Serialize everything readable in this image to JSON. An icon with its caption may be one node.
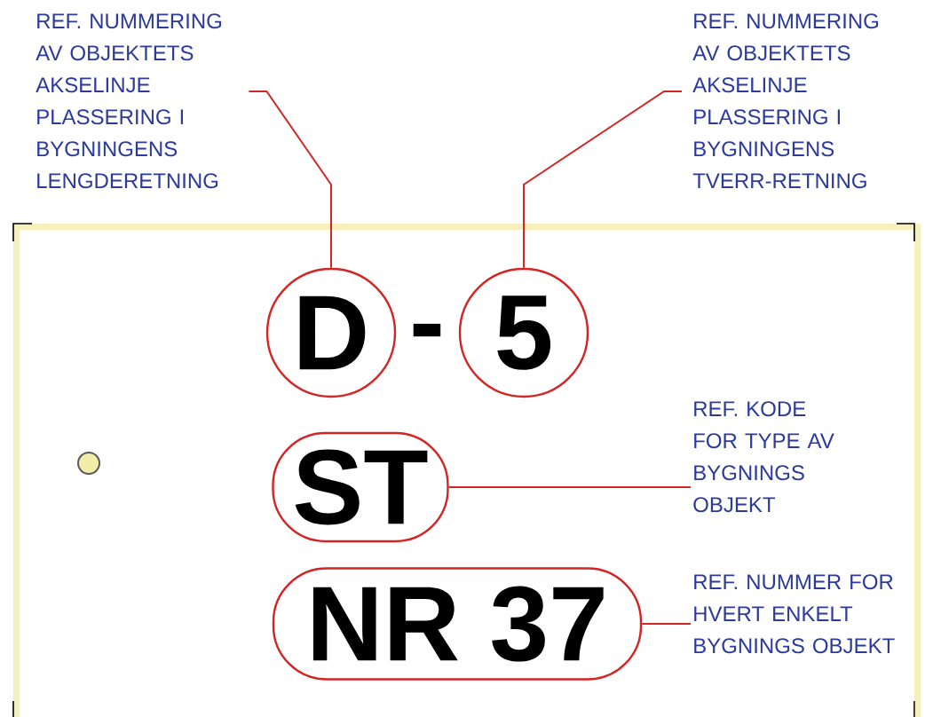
{
  "diagram": {
    "nodes": [
      {
        "text": [
          "REF. NUMMERING AV OBJEKTETS AKSELINJE PLASSERING I BYGNINGENS LENGDERETNING"
        ]
      },
      {
        "text": [
          "REF. NUMMERING AV OBJEKTETS AKSELINJE PLASSERING I BYGNINGENS TVERR-RETNING"
        ]
      },
      {
        "text": [],
        "shape": "box"
      },
      {
        "text": [
          "D"
        ],
        "in": 2
      },
      {
        "text": [
          "5"
        ],
        "in": 2
      },
      {
        "text": [
          "ST"
        ],
        "in": 2
      },
      {
        "text": [
          "REF. KODE FOR TYPE AV BYGNINGS OBJEKT"
        ],
        "in": 2
      },
      {
        "text": [
          "NR 37"
        ],
        "in": 2
      },
      {
        "text": [
          "REF. NUMMER FOR HVERT ENKELT BYGNINGS OBJEKT"
        ],
        "in": 2
      }
    ],
    "edges": [
      {
        "from": 0,
        "to": 3,
        "arrow": "none"
      },
      {
        "from": 1,
        "to": 4,
        "arrow": "none"
      },
      {
        "from": 6,
        "to": 5,
        "arrow": "none"
      },
      {
        "from": 8,
        "to": 7,
        "arrow": "none"
      }
    ],
    "labels": [
      "-"
    ]
  }
}
